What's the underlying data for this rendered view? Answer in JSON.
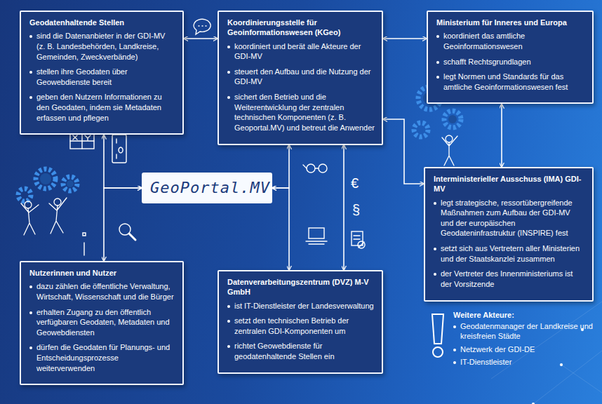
{
  "diagram": {
    "nodes": [
      {
        "text": [
          "Geodatenhaltende Stellen",
          "sind die Datenanbieter in der GDI-MV (z. B. Landesbehörden, Landkreise, Gemeinden, Zweckverbände)",
          "stellen ihre Geodaten über Geowebdienste bereit",
          "geben den Nutzern Informationen zu den Geodaten, indem sie Metadaten erfassen und pflegen"
        ]
      },
      {
        "text": [
          "Koordinierungsstelle für Geoinformationswesen (KGeo)",
          "koordiniert und berät alle Akteure der GDI-MV",
          "steuert den Aufbau und die Nutzung der GDI-MV",
          "sichert den Betrieb und die Weiterentwicklung der zentralen technischen Komponenten (z. B. Geoportal.MV) und betreut die Anwender"
        ]
      },
      {
        "text": [
          "Ministerium für Inneres und Europa",
          "koordiniert das amtliche Geoinformationswesen",
          "schafft Rechtsgrundlagen",
          "legt Normen und Standards für das amtliche Geoinformationswesen fest"
        ]
      },
      {
        "text": [
          "GeoPortal.MV"
        ]
      },
      {
        "text": [
          "Interministerieller Ausschuss (IMA) GDI-MV",
          "legt strategische, ressortübergreifende Maßnahmen zum Aufbau der GDI-MV und der europäischen Geodateninfrastruktur (INSPIRE) fest",
          "setzt sich aus Vertretern aller Ministerien und der Staatskanzlei zusammen",
          "der Vertreter des Innenministeriums ist der Vorsitzende"
        ]
      },
      {
        "text": [
          "Nutzerinnen und Nutzer",
          "dazu zählen die öffentliche Verwaltung, Wirtschaft, Wissenschaft und die Bürger",
          "erhalten Zugang zu den öffentlich verfügbaren Geodaten, Metadaten und Geowebdiensten",
          "dürfen die Geodaten für Planungs- und Entscheidungsprozesse weiterverwenden"
        ]
      },
      {
        "text": [
          "Datenverarbeitungszentrum (DVZ) M-V GmbH",
          "ist IT-Dienstleister der Landesverwaltung",
          "setzt den technischen Betrieb der zentralen GDI-Komponenten um",
          "richtet Geowebdienste für geodatenhaltende Stellen ein"
        ]
      }
    ],
    "edges": [
      {
        "from": 0,
        "to": 1,
        "arrow": "both"
      },
      {
        "from": 1,
        "to": 2,
        "arrow": "both"
      },
      {
        "from": 2,
        "to": 4,
        "arrow": "both"
      },
      {
        "from": 1,
        "to": 4,
        "arrow": "both"
      },
      {
        "from": 0,
        "to": 3,
        "arrow": "both"
      },
      {
        "from": 3,
        "to": 5,
        "arrow": "both"
      },
      {
        "from": 1,
        "to": 3,
        "arrow": "both"
      },
      {
        "from": 3,
        "to": 6,
        "arrow": "both"
      },
      {
        "from": 1,
        "to": 6,
        "arrow": "both"
      }
    ],
    "labels": [
      "Weitere Akteure:",
      "Geodatenmanager der Landkreise und kreisfreien Städte",
      "Netzwerk der GDI-DE",
      "IT-Dienstleister",
      "€",
      "§"
    ]
  }
}
